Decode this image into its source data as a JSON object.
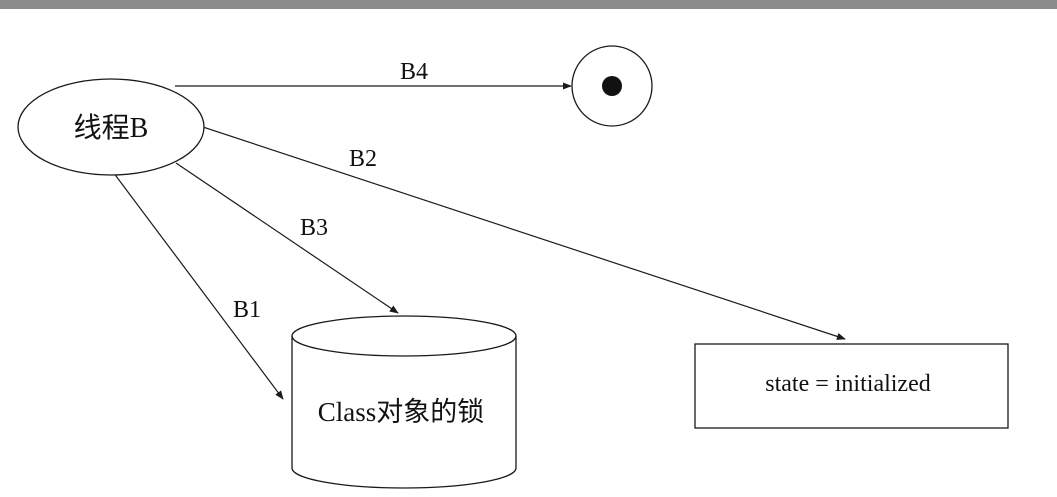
{
  "diagram": {
    "nodes": {
      "thread_b": {
        "label": "线程B",
        "shape": "ellipse"
      },
      "final_state": {
        "label": "",
        "shape": "final-state-circle",
        "icon": "final-state-icon"
      },
      "class_lock": {
        "label": "Class对象的锁",
        "shape": "cylinder"
      },
      "state_box": {
        "label": "state = initialized",
        "shape": "rectangle"
      }
    },
    "edges": [
      {
        "id": "B1",
        "label": "B1",
        "from": "线程B",
        "to": "Class对象的锁"
      },
      {
        "id": "B2",
        "label": "B2",
        "from": "线程B",
        "to": "state = initialized"
      },
      {
        "id": "B3",
        "label": "B3",
        "from": "线程B",
        "to": "Class对象的锁"
      },
      {
        "id": "B4",
        "label": "B4",
        "from": "线程B",
        "to": "final-state"
      }
    ],
    "colors": {
      "stroke": "#1a1a1a",
      "top_rule": "#8c8c8c",
      "background": "#ffffff"
    }
  }
}
